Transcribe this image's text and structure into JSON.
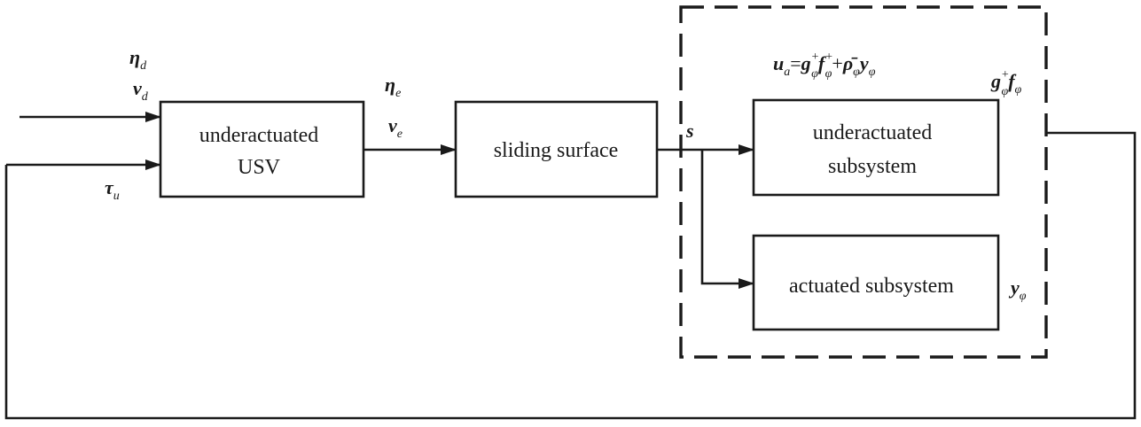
{
  "blocks": {
    "usv": [
      "underactuated",
      "USV"
    ],
    "sliding": "sliding surface",
    "under_sub": [
      "underactuated",
      "subsystem"
    ],
    "act_sub": "actuated subsystem"
  },
  "symbols": {
    "eta_d": {
      "base": "η",
      "sub": "d"
    },
    "v_d": {
      "base": "v",
      "sub": "d"
    },
    "tau_u": {
      "base": "τ",
      "sub": "u"
    },
    "eta_e": {
      "base": "η",
      "sub": "e"
    },
    "v_e": {
      "base": "v",
      "sub": "e"
    },
    "s": "s",
    "y_phi": {
      "base": "y",
      "sub": "φ"
    },
    "g_f": {
      "g": "g",
      "sup": "+",
      "sub": "φ",
      "f": "f",
      "fsub": "φ"
    },
    "u_a": {
      "u": "u",
      "usub": "a",
      "eq": "=",
      "g": "g",
      "gsup": "+",
      "gsub": "φ",
      "f": "f",
      "fsup": "+",
      "fsub": "φ",
      "plus": "+",
      "rho": "ρ̄",
      "rhosub": "φ",
      "y": "y",
      "ysub": "φ"
    }
  },
  "colors": {
    "stroke": "#1a1a1a",
    "background": "#ffffff"
  }
}
